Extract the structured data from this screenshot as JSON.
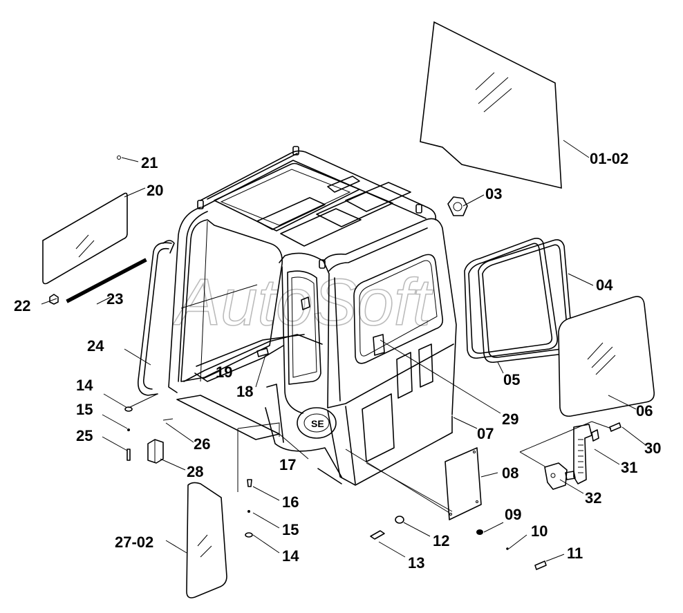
{
  "watermark": "AutoSoft",
  "cab_badge": "SE",
  "callouts": [
    {
      "id": "c-01-02",
      "text": "01-02"
    },
    {
      "id": "c-03",
      "text": "03"
    },
    {
      "id": "c-04",
      "text": "04"
    },
    {
      "id": "c-05",
      "text": "05"
    },
    {
      "id": "c-06",
      "text": "06"
    },
    {
      "id": "c-07",
      "text": "07"
    },
    {
      "id": "c-08",
      "text": "08"
    },
    {
      "id": "c-09",
      "text": "09"
    },
    {
      "id": "c-10",
      "text": "10"
    },
    {
      "id": "c-11",
      "text": "11"
    },
    {
      "id": "c-12",
      "text": "12"
    },
    {
      "id": "c-13",
      "text": "13"
    },
    {
      "id": "c-14a",
      "text": "14"
    },
    {
      "id": "c-14b",
      "text": "14"
    },
    {
      "id": "c-15a",
      "text": "15"
    },
    {
      "id": "c-15b",
      "text": "15"
    },
    {
      "id": "c-16",
      "text": "16"
    },
    {
      "id": "c-17",
      "text": "17"
    },
    {
      "id": "c-18",
      "text": "18"
    },
    {
      "id": "c-19",
      "text": "19"
    },
    {
      "id": "c-20",
      "text": "20"
    },
    {
      "id": "c-21",
      "text": "21"
    },
    {
      "id": "c-22",
      "text": "22"
    },
    {
      "id": "c-23",
      "text": "23"
    },
    {
      "id": "c-24",
      "text": "24"
    },
    {
      "id": "c-25",
      "text": "25"
    },
    {
      "id": "c-26",
      "text": "26"
    },
    {
      "id": "c-27-02",
      "text": "27-02"
    },
    {
      "id": "c-28",
      "text": "28"
    },
    {
      "id": "c-29",
      "text": "29"
    },
    {
      "id": "c-30",
      "text": "30"
    },
    {
      "id": "c-31",
      "text": "31"
    },
    {
      "id": "c-32",
      "text": "32"
    }
  ]
}
